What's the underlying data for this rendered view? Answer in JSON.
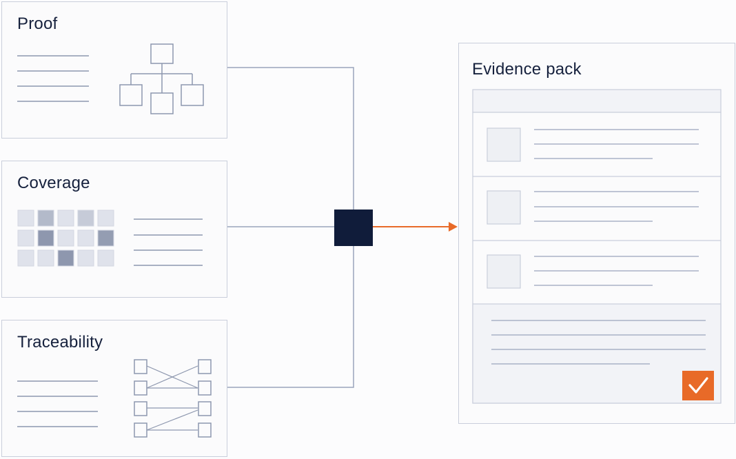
{
  "sources": [
    {
      "title": "Proof",
      "icon": "hierarchy-tree-icon"
    },
    {
      "title": "Coverage",
      "icon": "coverage-heatmap-icon"
    },
    {
      "title": "Traceability",
      "icon": "trace-links-icon"
    }
  ],
  "hub": {
    "icon": "aggregator-node-icon",
    "color": "#101c3a"
  },
  "output": {
    "title": "Evidence pack",
    "badge_icon": "checkmark-icon"
  },
  "colors": {
    "line": "#9aa4bb",
    "arrow": "#e86a28",
    "check_badge": "#e86a28",
    "stroke": "#8d97ae"
  },
  "coverage_heatmap": {
    "levels": [
      [
        0.1,
        0.45,
        0.1,
        0.3,
        0.1
      ],
      [
        0.1,
        0.75,
        0.1,
        0.1,
        0.7
      ],
      [
        0.1,
        0.1,
        0.75,
        0.1,
        0.1
      ]
    ]
  }
}
